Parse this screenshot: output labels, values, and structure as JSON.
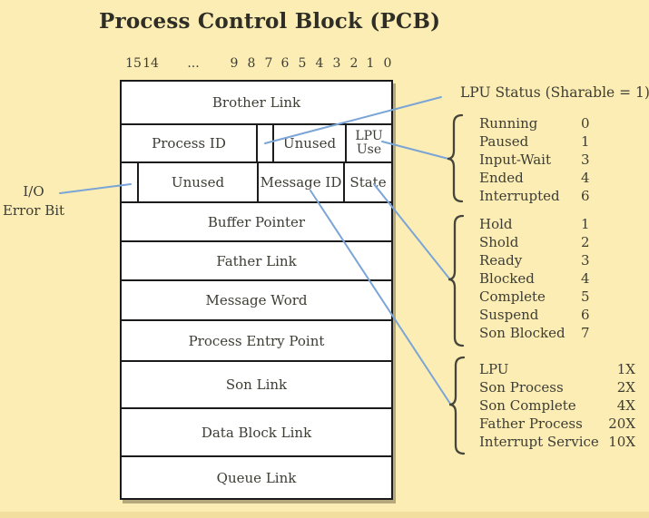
{
  "title": "Process Control Block (PCB)",
  "bit_labels": [
    "15",
    "14",
    "...",
    "9",
    "8",
    "7",
    "6",
    "5",
    "4",
    "3",
    "2",
    "1",
    "0"
  ],
  "pcb": {
    "row1": "Brother Link",
    "row2_process_id": "Process ID",
    "row2_sharable_bit": "",
    "row2_unused": "Unused",
    "row2_lpu_use": "LPU Use",
    "row3_io_error_bit": "",
    "row3_unused": "Unused",
    "row3_message_id": "Message ID",
    "row3_state": "State",
    "row4": "Buffer Pointer",
    "row5": "Father Link",
    "row6": "Message Word",
    "row7": "Process Entry Point",
    "row8": "Son Link",
    "row9": "Data Block Link",
    "row10": "Queue Link"
  },
  "annotations": {
    "io_error_bit_line1": "I/O",
    "io_error_bit_line2": "Error Bit",
    "lpu_status_label": "LPU Status (Sharable = 1)"
  },
  "legend_groups": [
    {
      "name": "lpu-use-values",
      "items": [
        {
          "label": "Running",
          "value": "0"
        },
        {
          "label": "Paused",
          "value": "1"
        },
        {
          "label": "Input-Wait",
          "value": "3"
        },
        {
          "label": "Ended",
          "value": "4"
        },
        {
          "label": "Interrupted",
          "value": "6"
        }
      ]
    },
    {
      "name": "state-values",
      "items": [
        {
          "label": "Hold",
          "value": "1"
        },
        {
          "label": "Shold",
          "value": "2"
        },
        {
          "label": "Ready",
          "value": "3"
        },
        {
          "label": "Blocked",
          "value": "4"
        },
        {
          "label": "Complete",
          "value": "5"
        },
        {
          "label": "Suspend",
          "value": "6"
        },
        {
          "label": "Son Blocked",
          "value": "7"
        }
      ]
    },
    {
      "name": "message-id-values",
      "items": [
        {
          "label": "LPU",
          "value": "1X"
        },
        {
          "label": "Son Process",
          "value": "2X"
        },
        {
          "label": "Son Complete",
          "value": "4X"
        },
        {
          "label": "Father Process",
          "value": "20X"
        },
        {
          "label": "Interrupt Service",
          "value": "10X"
        }
      ]
    }
  ],
  "colors": {
    "background": "#FCEDB4",
    "cell_fill": "#FFFFFF",
    "border": "#1B1B1B",
    "text": "#3D3D34",
    "pointer_line_blue": "#7AA5D6"
  }
}
